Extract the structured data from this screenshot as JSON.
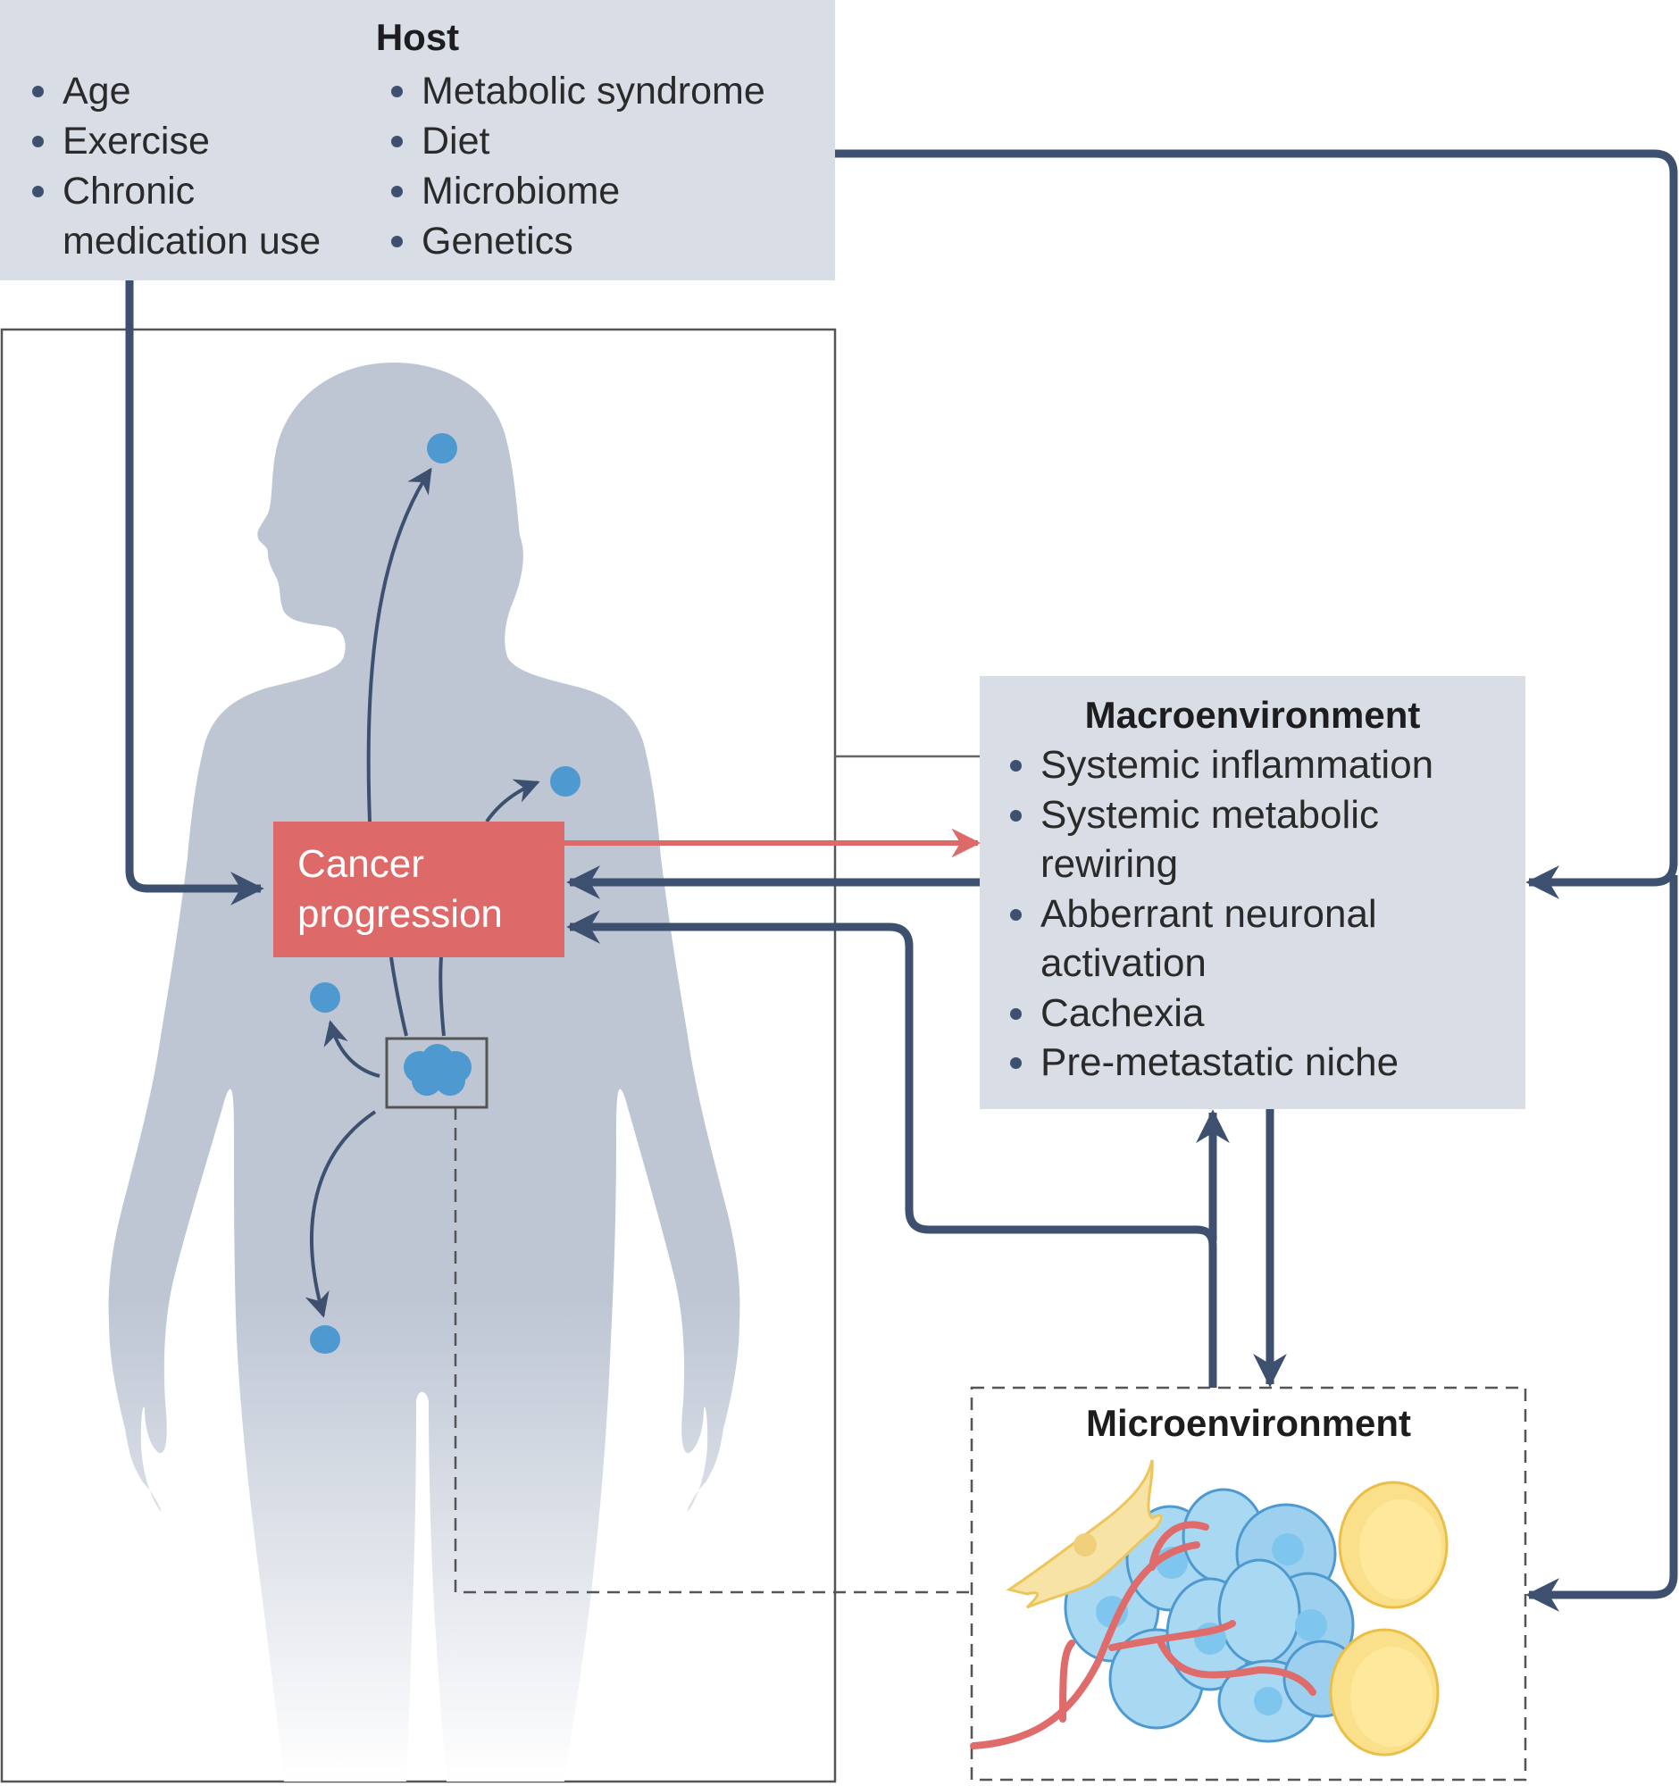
{
  "host": {
    "title": "Host",
    "factors_left": [
      "Age",
      "Exercise",
      "Chronic medication use"
    ],
    "factors_left_lines": [
      "Age",
      "Exercise",
      "Chronic",
      "medication use"
    ],
    "factors_right": [
      "Metabolic syndrome",
      "Diet",
      "Microbiome",
      "Genetics"
    ]
  },
  "cancer": {
    "label_line1": "Cancer",
    "label_line2": "progression"
  },
  "macroenvironment": {
    "title": "Macroenvironment",
    "items": [
      {
        "line1": "Systemic inflammation",
        "line2": ""
      },
      {
        "line1": "Systemic metabolic",
        "line2": "rewiring"
      },
      {
        "line1": "Abberrant neuronal",
        "line2": "activation"
      },
      {
        "line1": "Cachexia",
        "line2": ""
      },
      {
        "line1": "Pre-metastatic niche",
        "line2": ""
      }
    ]
  },
  "microenvironment": {
    "title": "Microenvironment"
  },
  "colors": {
    "panel_bg": "#d9dee6",
    "arrow_dark": "#3d5070",
    "cancer_red": "#dd6a69",
    "body_silhouette": "#bec6d4",
    "metastasis_blue": "#4e9ad0",
    "tumor_cell_blue": "#a9d8f2",
    "stromal_yellow": "#f7d983",
    "vessel_red": "#e06b6b"
  },
  "connections": [
    {
      "from": "host",
      "to": "cancer",
      "style": "solid-dark"
    },
    {
      "from": "host",
      "to": "macroenvironment",
      "style": "solid-dark"
    },
    {
      "from": "host",
      "to": "microenvironment",
      "style": "solid-dark"
    },
    {
      "from": "cancer",
      "to": "macroenvironment",
      "style": "solid-red"
    },
    {
      "from": "macroenvironment",
      "to": "cancer",
      "style": "solid-dark"
    },
    {
      "from": "microenvironment",
      "to": "cancer",
      "style": "solid-dark"
    },
    {
      "from": "microenvironment",
      "to": "macroenvironment",
      "style": "solid-dark"
    },
    {
      "from": "macroenvironment",
      "to": "microenvironment",
      "style": "solid-dark"
    },
    {
      "from": "primary-tumour",
      "to": "microenvironment",
      "style": "dashed-zoom"
    }
  ],
  "metastasis_sites": [
    "brain",
    "lung",
    "liver",
    "lower-abdomen"
  ]
}
